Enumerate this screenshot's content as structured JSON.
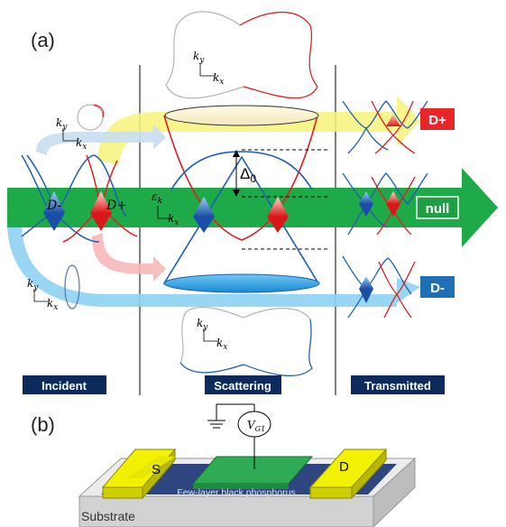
{
  "panel_a_label": "(a)",
  "panel_b_label": "(b)",
  "sections": {
    "incident": "Incident",
    "scattering": "Scattering",
    "transmitted": "Transmitted"
  },
  "valley_labels": {
    "d_minus": "D-",
    "d_plus": "D+",
    "gap": "Δ",
    "gap_sub": "0",
    "eps": "ε",
    "eps_sub": "k",
    "kx": "k",
    "kx_sub": "x",
    "ky": "k",
    "ky_sub": "y"
  },
  "output_tags": [
    {
      "text": "D+",
      "color": "#e8262a"
    },
    {
      "text": "null",
      "color": "#1f9e43"
    },
    {
      "text": "D-",
      "color": "#1f6fb5"
    }
  ],
  "device": {
    "source": "S",
    "drain": "D",
    "gate_voltage": "V",
    "gate_voltage_sub": "G1",
    "channel": "Few-layer black phosphorus",
    "substrate": "Substrate"
  },
  "colors": {
    "yellow_arrow": "#f7f27a",
    "green_arrow": "#1faa4a",
    "blue_arrow": "#8fd2f2",
    "red_band": "#e02020",
    "blue_band": "#1f5fb0",
    "label_box": "#0d2a5c",
    "device_yellow": "#f2f200",
    "device_channel": "#2f4580",
    "device_gate": "#2faa55"
  }
}
